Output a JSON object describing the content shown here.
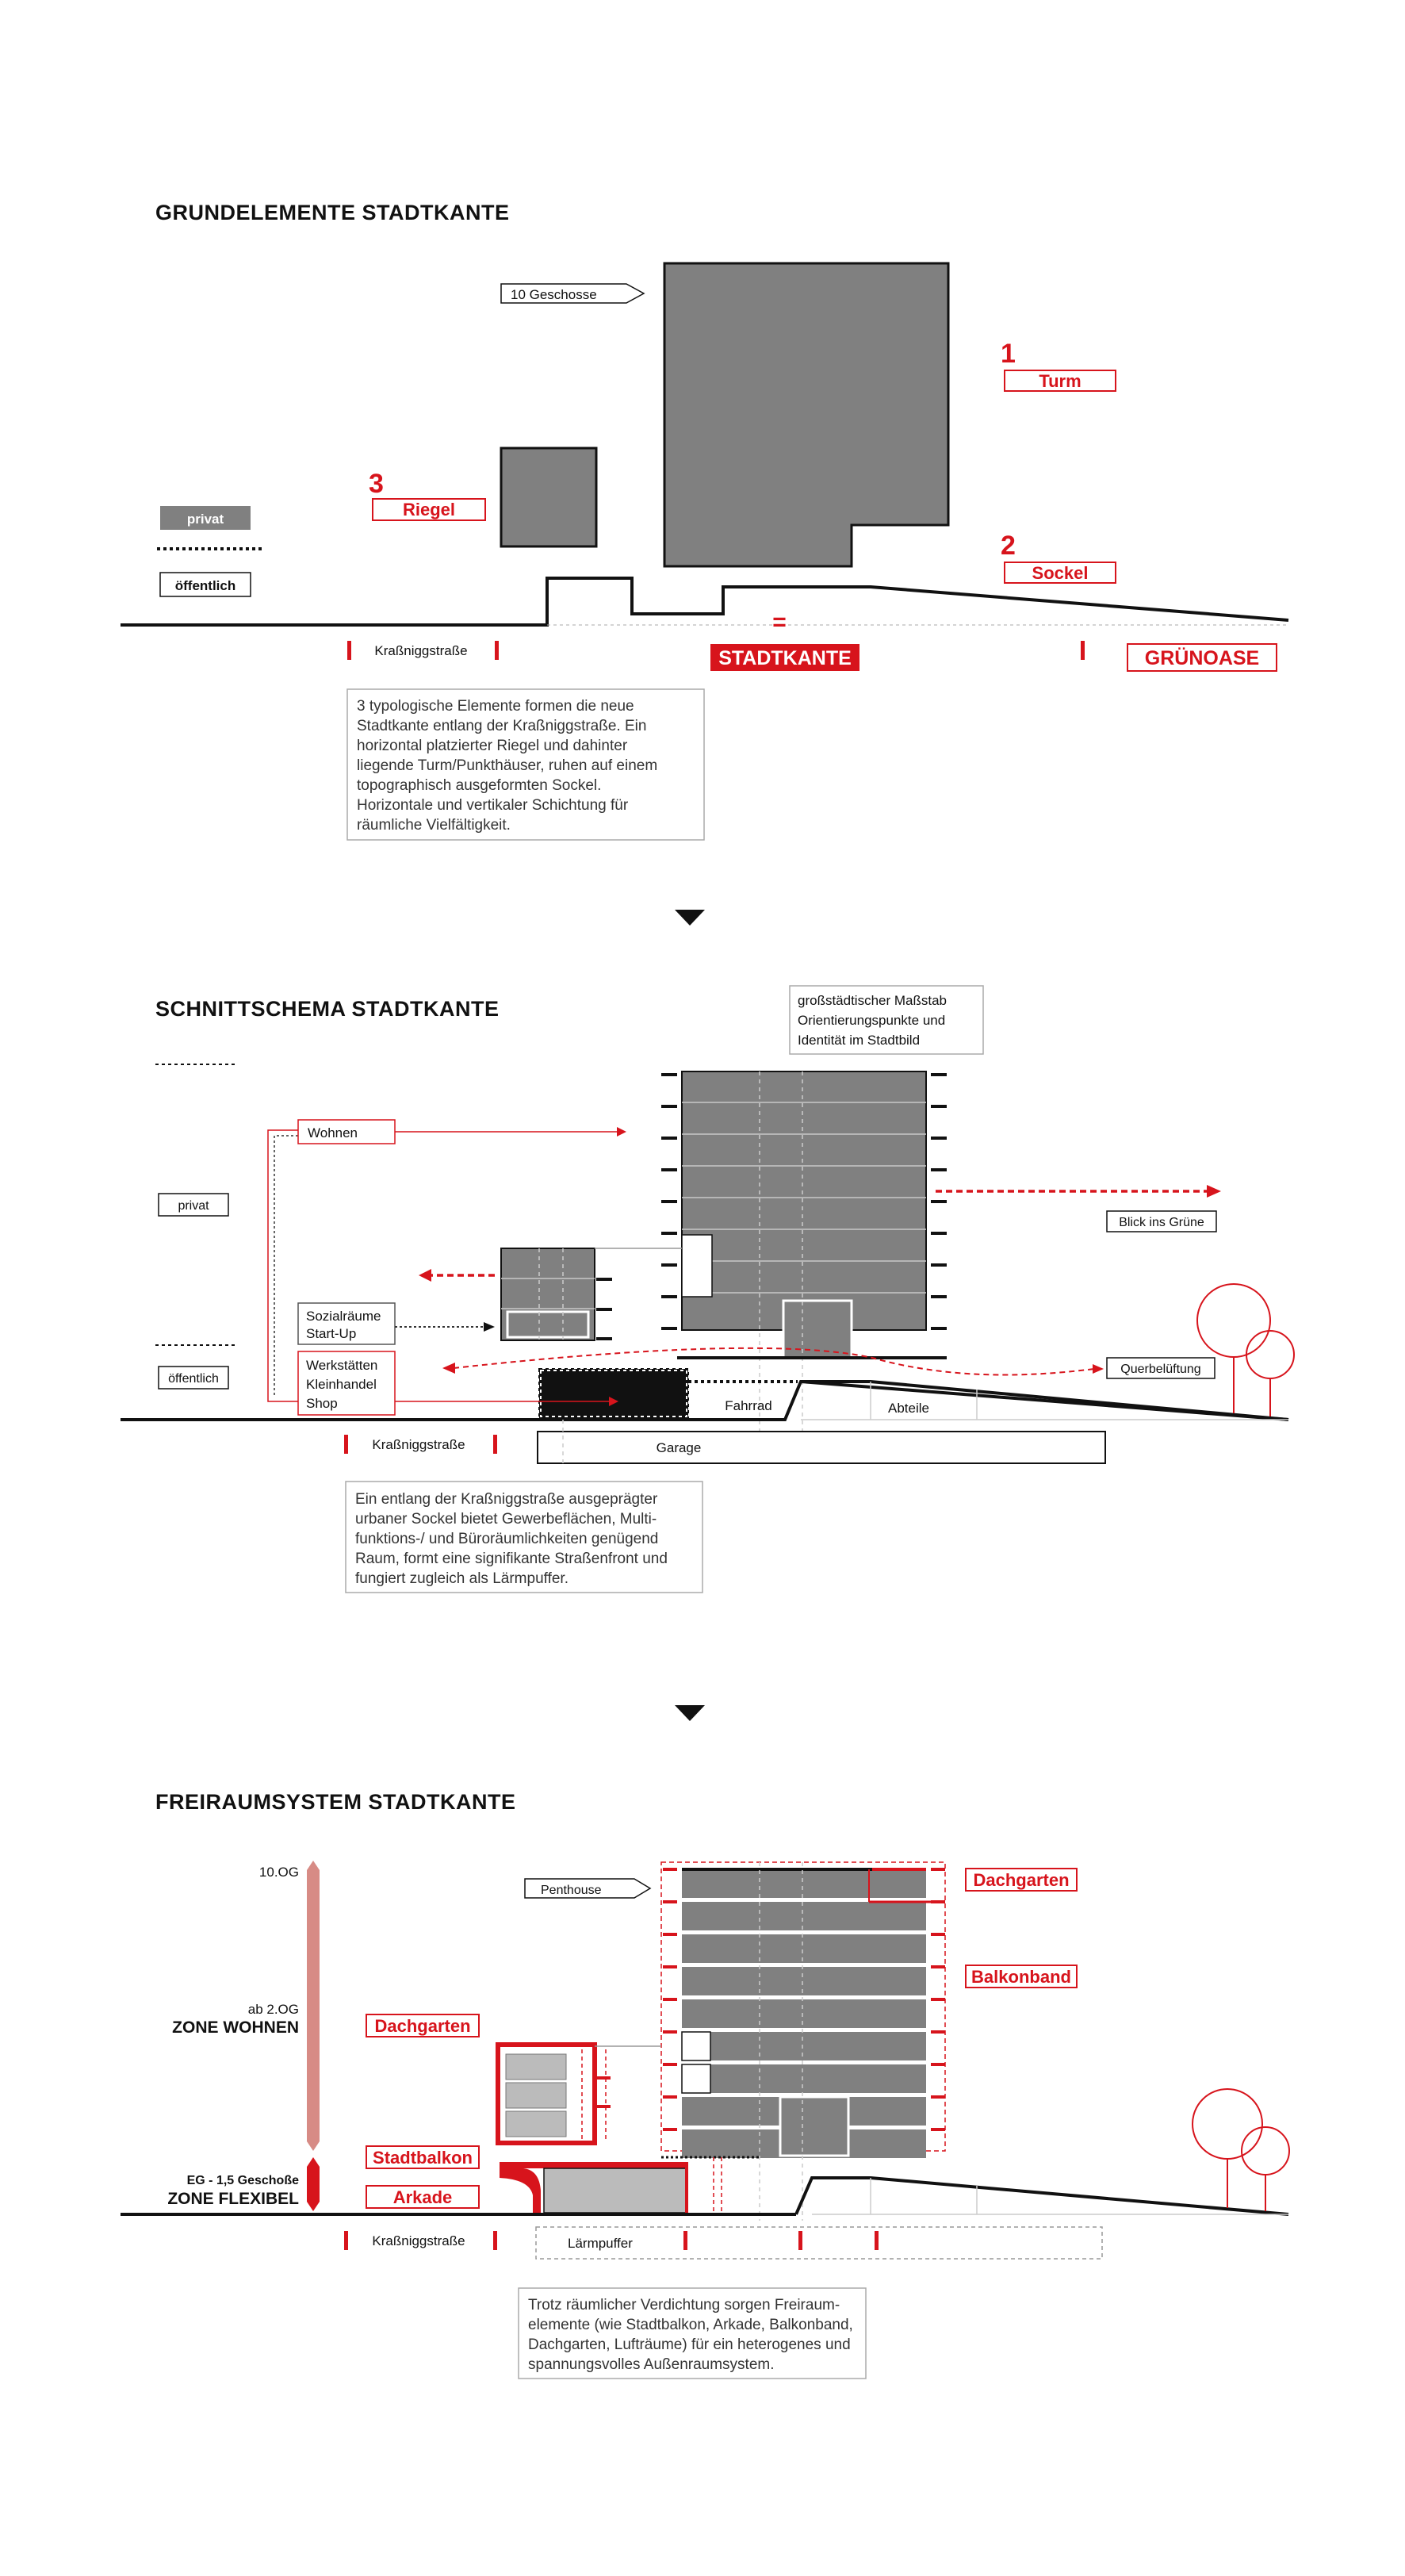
{
  "colors": {
    "accent": "#d7141c",
    "fill_dark": "#808080",
    "line": "#111111",
    "zone_wohnen": "#d78b85"
  },
  "section1": {
    "heading": "GRUNDELEMENTE STADTKANTE",
    "geschosse_label": "10 Geschosse",
    "num_turm": "1",
    "turm": "Turm",
    "num_sockel": "2",
    "sockel": "Sockel",
    "num_riegel": "3",
    "riegel": "Riegel",
    "privat": "privat",
    "oeffentlich": "öffentlich",
    "strasse": "Kraßniggstraße",
    "equals": "=",
    "stadtkante": "STADTKANTE",
    "gruenoase": "GRÜNOASE",
    "description": [
      "3 typologische Elemente formen die neue",
      "Stadtkante entlang der Kraßniggstraße. Ein",
      "horizontal platzierter Riegel und dahinter",
      "liegende Turm/Punkthäuser, ruhen auf einem",
      "topographisch ausgeformten Sockel.",
      "Horizontale und vertikaler Schichtung für",
      "räumliche Vielfältigkeit."
    ]
  },
  "section2": {
    "heading": "SCHNITTSCHEMA STADTKANTE",
    "massstab": [
      "großstädtischer Maßstab",
      "Orientierungspunkte und",
      "Identität im Stadtbild"
    ],
    "wohnen": "Wohnen",
    "privat": "privat",
    "oeffentlich": "öffentlich",
    "sozialraeume": [
      "Sozialräume",
      "Start-Up"
    ],
    "werkstaetten": [
      "Werkstätten",
      "Kleinhandel",
      "Shop"
    ],
    "blick": "Blick ins Grüne",
    "querlueftung": "Querbelüftung",
    "fahrrad": "Fahrrad",
    "abteile": "Abteile",
    "garage": "Garage",
    "strasse": "Kraßniggstraße",
    "description": [
      "Ein entlang der Kraßniggstraße ausgeprägter",
      "urbaner Sockel bietet Gewerbeflächen, Multi-",
      "funktions-/ und Büroräumlichkeiten genügend",
      "Raum, formt eine signifikante Straßenfront und",
      "fungiert zugleich als Lärmpuffer."
    ]
  },
  "section3": {
    "heading": "FREIRAUMSYSTEM STADTKANTE",
    "og10": "10.OG",
    "ab2og": "ab 2.OG",
    "zone_wohnen": "ZONE WOHNEN",
    "eg": "EG - 1,5 Geschoße",
    "zone_flexibel": "ZONE FLEXIBEL",
    "penthouse": "Penthouse",
    "dachgarten_right": "Dachgarten",
    "balkonband": "Balkonband",
    "dachgarten_left": "Dachgarten",
    "stadtbalkon": "Stadtbalkon",
    "arkade": "Arkade",
    "strasse": "Kraßniggstraße",
    "laermpuffer": "Lärmpuffer",
    "description": [
      "Trotz räumlicher Verdichtung sorgen Freiraum-",
      "elemente (wie Stadtbalkon, Arkade, Balkonband,",
      "Dachgarten, Lufträume) für ein heterogenes und",
      "spannungsvolles Außenraumsystem."
    ]
  }
}
